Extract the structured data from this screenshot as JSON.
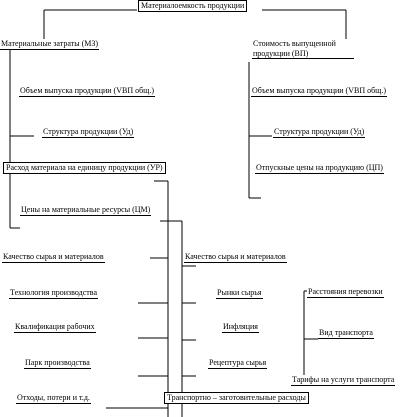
{
  "diagram": {
    "root": "Материалоемкость  продукции",
    "left_branch": "Материальные затраты (МЗ)",
    "right_branch": "Стоимость выпущенной продукции (ВП)",
    "left_factors": [
      "Объем выпуска продукции (VВП общ.)",
      "Структура  продукции (Уд)",
      "Расход материала на единицу  продукции (УР)",
      "Цены на материальные ресурсы  (ЦМ)"
    ],
    "right_factors": [
      "Объем выпуска продукции (VВП общ.)",
      "Структура  продукции (Уд)",
      "Отпускные цены на продукцию (ЦП)"
    ],
    "ur_factors": [
      "Качество сырья и материалов",
      "Технология производства",
      "Квалификация рабочих",
      "Парк производства",
      "Отходы, потери и т.д."
    ],
    "cm_factors": [
      "Качество сырья и материалов",
      "Рынки сырья",
      "Инфляция",
      "Рецептура сырья",
      "Транспортно – заготовительные расходы"
    ],
    "transport_factors": [
      "Расстояния перевозки",
      "Вид транспорта",
      "Тарифы на услуги транспорта"
    ]
  }
}
